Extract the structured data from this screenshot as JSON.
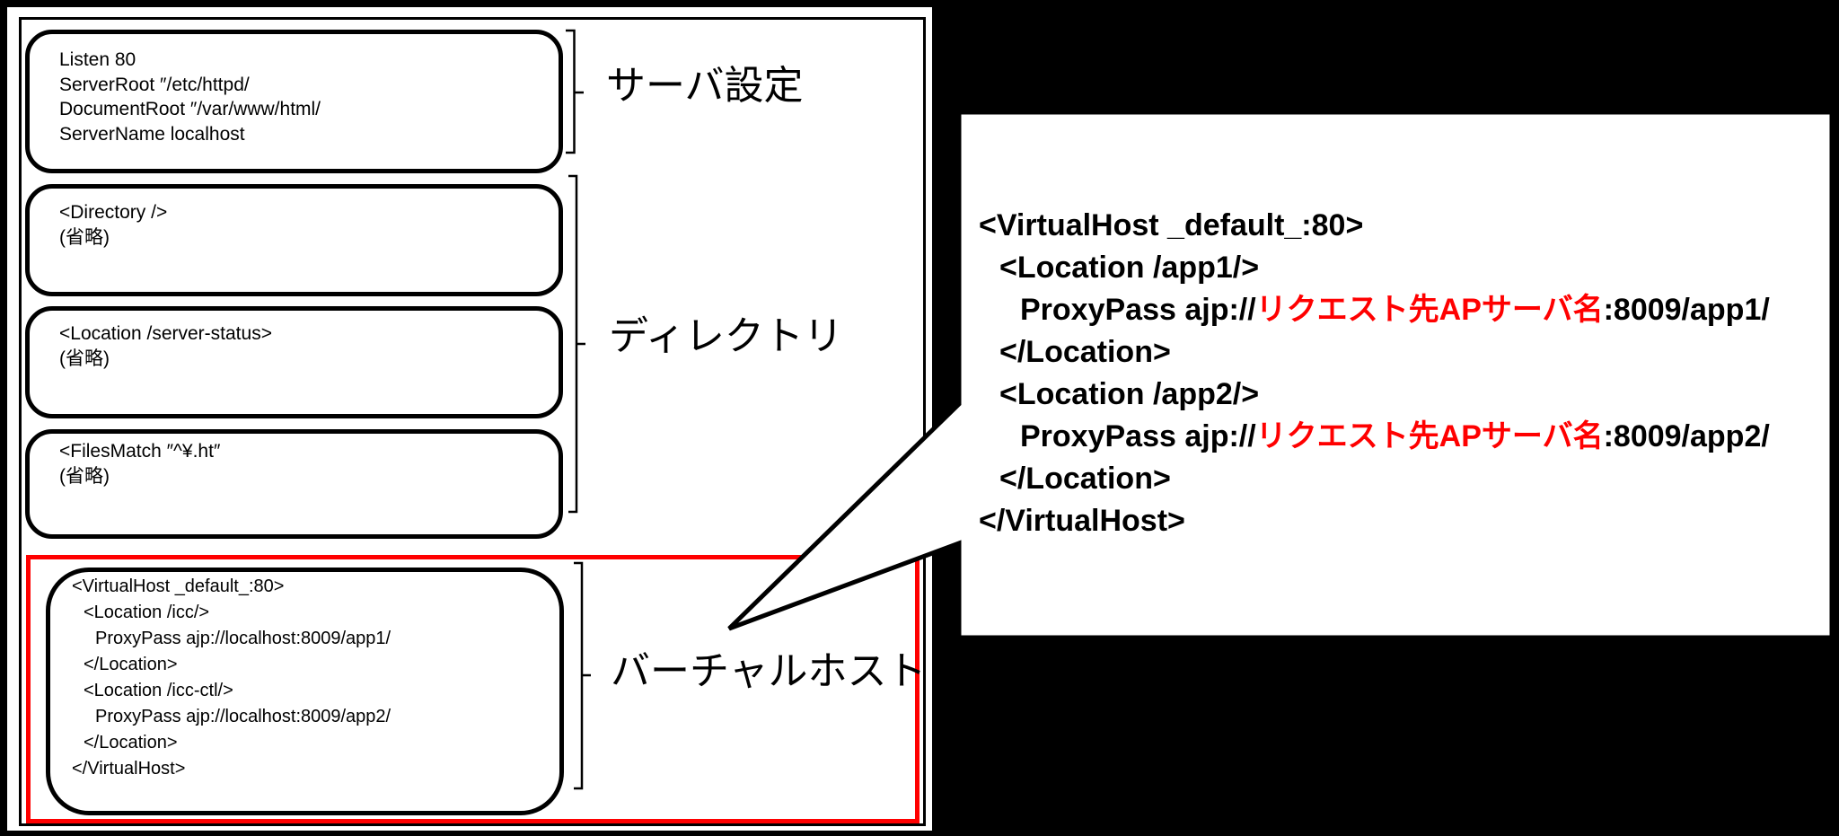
{
  "colors": {
    "background": "#000000",
    "panel": "#ffffff",
    "ink": "#000000",
    "highlight_red": "#ff0000"
  },
  "left": {
    "boxes": [
      {
        "name": "server-settings-box",
        "lines": [
          {
            "t": "Listen 80",
            "ind": 0
          },
          {
            "t": "ServerRoot ″/etc/httpd/",
            "ind": 0
          },
          {
            "t": "DocumentRoot ″/var/www/html/",
            "ind": 0
          },
          {
            "t": "ServerName localhost",
            "ind": 0
          }
        ]
      },
      {
        "name": "directory-box",
        "lines": [
          {
            "t": "<Directory />",
            "ind": 0
          },
          {
            "t": "(省略)",
            "ind": 0
          }
        ]
      },
      {
        "name": "location-server-status-box",
        "lines": [
          {
            "t": "<Location /server-status>",
            "ind": 0
          },
          {
            "t": "(省略)",
            "ind": 0
          }
        ]
      },
      {
        "name": "filesmatch-box",
        "lines": [
          {
            "t": "<FilesMatch ″^¥.ht″",
            "ind": 0
          },
          {
            "t": "(省略)",
            "ind": 0
          }
        ]
      },
      {
        "name": "virtualhost-box",
        "lines": [
          {
            "t": "<VirtualHost _default_:80>",
            "ind": 0
          },
          {
            "t": "<Location /icc/>",
            "ind": 1
          },
          {
            "t": "ProxyPass ajp://localhost:8009/app1/",
            "ind": 2
          },
          {
            "t": "</Location>",
            "ind": 1
          },
          {
            "t": "<Location /icc-ctl/>",
            "ind": 1
          },
          {
            "t": "ProxyPass ajp://localhost:8009/app2/",
            "ind": 2
          },
          {
            "t": "</Location>",
            "ind": 1
          },
          {
            "t": "</VirtualHost>",
            "ind": 0
          }
        ]
      }
    ],
    "labels": {
      "server_settings": "サーバ設定",
      "directory": "ディレクトリ",
      "virtual_host": "バーチャルホスト"
    }
  },
  "right": {
    "lines": [
      {
        "ind": 0,
        "seg": [
          {
            "t": "<VirtualHost _default_:80>",
            "red": false
          }
        ]
      },
      {
        "ind": 1,
        "seg": [
          {
            "t": "<Location /app1/>",
            "red": false
          }
        ]
      },
      {
        "ind": 2,
        "seg": [
          {
            "t": "ProxyPass ajp://",
            "red": false
          },
          {
            "t": "リクエスト先APサーバ名",
            "red": true
          },
          {
            "t": ":8009/app1/",
            "red": false
          }
        ]
      },
      {
        "ind": 1,
        "seg": [
          {
            "t": "</Location>",
            "red": false
          }
        ]
      },
      {
        "ind": 1,
        "seg": [
          {
            "t": "<Location /app2/>",
            "red": false
          }
        ]
      },
      {
        "ind": 2,
        "seg": [
          {
            "t": "ProxyPass ajp://",
            "red": false
          },
          {
            "t": "リクエスト先APサーバ名",
            "red": true
          },
          {
            "t": ":8009/app2/",
            "red": false
          }
        ]
      },
      {
        "ind": 1,
        "seg": [
          {
            "t": "</Location>",
            "red": false
          }
        ]
      },
      {
        "ind": 0,
        "seg": [
          {
            "t": "</VirtualHost>",
            "red": false
          }
        ]
      }
    ]
  }
}
